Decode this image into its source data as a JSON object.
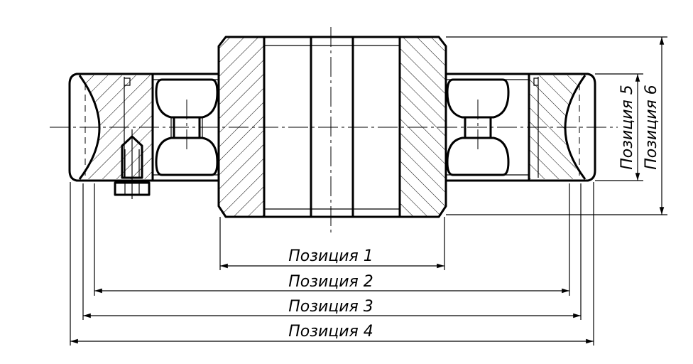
{
  "dimensions": {
    "horizontal": [
      {
        "label": "Позиция 1"
      },
      {
        "label": "Позиция 2"
      },
      {
        "label": "Позиция 3"
      },
      {
        "label": "Позиция 4"
      }
    ],
    "vertical": [
      {
        "label": "Позиция 5"
      },
      {
        "label": "Позиция 6"
      }
    ]
  },
  "colors": {
    "line": "#000000",
    "background": "#ffffff"
  }
}
